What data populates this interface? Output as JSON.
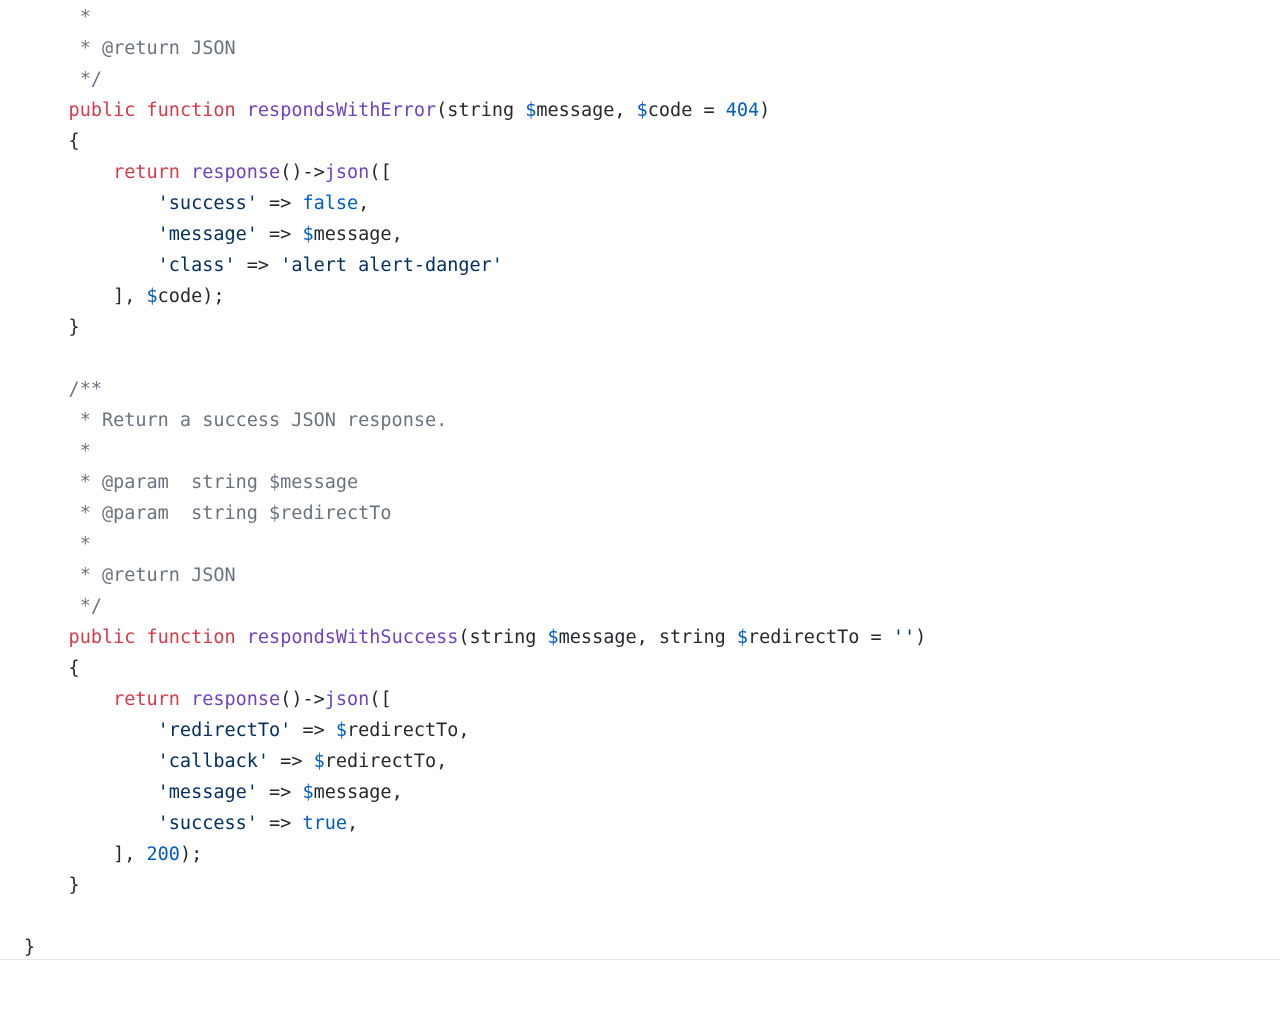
{
  "colors": {
    "comment": "#6a737d",
    "keyword": "#d73a49",
    "entity": "#6f42c1",
    "string": "#032f62",
    "constant": "#005cc5",
    "plain": "#24292e",
    "divider": "#e1e4e8"
  },
  "code": {
    "language": "php",
    "lines": [
      [
        {
          "t": "comment",
          "v": "     *"
        }
      ],
      [
        {
          "t": "comment",
          "v": "     * @return JSON"
        }
      ],
      [
        {
          "t": "comment",
          "v": "     */"
        }
      ],
      [
        {
          "t": "keyword",
          "v": "    public"
        },
        {
          "t": "plain",
          "v": " "
        },
        {
          "t": "keyword",
          "v": "function"
        },
        {
          "t": "plain",
          "v": " "
        },
        {
          "t": "entity",
          "v": "respondsWithError"
        },
        {
          "t": "plain",
          "v": "(string "
        },
        {
          "t": "var",
          "v": "$"
        },
        {
          "t": "plain",
          "v": "message, "
        },
        {
          "t": "var",
          "v": "$"
        },
        {
          "t": "plain",
          "v": "code = "
        },
        {
          "t": "constant",
          "v": "404"
        },
        {
          "t": "plain",
          "v": ")"
        }
      ],
      [
        {
          "t": "plain",
          "v": "    {"
        }
      ],
      [
        {
          "t": "keyword",
          "v": "        return"
        },
        {
          "t": "plain",
          "v": " "
        },
        {
          "t": "entity",
          "v": "response"
        },
        {
          "t": "plain",
          "v": "()->"
        },
        {
          "t": "entity",
          "v": "json"
        },
        {
          "t": "plain",
          "v": "(["
        }
      ],
      [
        {
          "t": "string",
          "v": "            'success'"
        },
        {
          "t": "plain",
          "v": " => "
        },
        {
          "t": "constant",
          "v": "false"
        },
        {
          "t": "plain",
          "v": ","
        }
      ],
      [
        {
          "t": "string",
          "v": "            'message'"
        },
        {
          "t": "plain",
          "v": " => "
        },
        {
          "t": "var",
          "v": "$"
        },
        {
          "t": "plain",
          "v": "message,"
        }
      ],
      [
        {
          "t": "string",
          "v": "            'class'"
        },
        {
          "t": "plain",
          "v": " => "
        },
        {
          "t": "string",
          "v": "'alert alert-danger'"
        }
      ],
      [
        {
          "t": "plain",
          "v": "        ], "
        },
        {
          "t": "var",
          "v": "$"
        },
        {
          "t": "plain",
          "v": "code);"
        }
      ],
      [
        {
          "t": "plain",
          "v": "    }"
        }
      ],
      [
        {
          "t": "plain",
          "v": ""
        }
      ],
      [
        {
          "t": "comment",
          "v": "    /**"
        }
      ],
      [
        {
          "t": "comment",
          "v": "     * Return a success JSON response."
        }
      ],
      [
        {
          "t": "comment",
          "v": "     *"
        }
      ],
      [
        {
          "t": "comment",
          "v": "     * @param  string $message"
        }
      ],
      [
        {
          "t": "comment",
          "v": "     * @param  string $redirectTo"
        }
      ],
      [
        {
          "t": "comment",
          "v": "     *"
        }
      ],
      [
        {
          "t": "comment",
          "v": "     * @return JSON"
        }
      ],
      [
        {
          "t": "comment",
          "v": "     */"
        }
      ],
      [
        {
          "t": "keyword",
          "v": "    public"
        },
        {
          "t": "plain",
          "v": " "
        },
        {
          "t": "keyword",
          "v": "function"
        },
        {
          "t": "plain",
          "v": " "
        },
        {
          "t": "entity",
          "v": "respondsWithSuccess"
        },
        {
          "t": "plain",
          "v": "(string "
        },
        {
          "t": "var",
          "v": "$"
        },
        {
          "t": "plain",
          "v": "message, string "
        },
        {
          "t": "var",
          "v": "$"
        },
        {
          "t": "plain",
          "v": "redirectTo = "
        },
        {
          "t": "string",
          "v": "''"
        },
        {
          "t": "plain",
          "v": ")"
        }
      ],
      [
        {
          "t": "plain",
          "v": "    {"
        }
      ],
      [
        {
          "t": "keyword",
          "v": "        return"
        },
        {
          "t": "plain",
          "v": " "
        },
        {
          "t": "entity",
          "v": "response"
        },
        {
          "t": "plain",
          "v": "()->"
        },
        {
          "t": "entity",
          "v": "json"
        },
        {
          "t": "plain",
          "v": "(["
        }
      ],
      [
        {
          "t": "string",
          "v": "            'redirectTo'"
        },
        {
          "t": "plain",
          "v": " => "
        },
        {
          "t": "var",
          "v": "$"
        },
        {
          "t": "plain",
          "v": "redirectTo,"
        }
      ],
      [
        {
          "t": "string",
          "v": "            'callback'"
        },
        {
          "t": "plain",
          "v": " => "
        },
        {
          "t": "var",
          "v": "$"
        },
        {
          "t": "plain",
          "v": "redirectTo,"
        }
      ],
      [
        {
          "t": "string",
          "v": "            'message'"
        },
        {
          "t": "plain",
          "v": " => "
        },
        {
          "t": "var",
          "v": "$"
        },
        {
          "t": "plain",
          "v": "message,"
        }
      ],
      [
        {
          "t": "string",
          "v": "            'success'"
        },
        {
          "t": "plain",
          "v": " => "
        },
        {
          "t": "constant",
          "v": "true"
        },
        {
          "t": "plain",
          "v": ","
        }
      ],
      [
        {
          "t": "plain",
          "v": "        ], "
        },
        {
          "t": "constant",
          "v": "200"
        },
        {
          "t": "plain",
          "v": ");"
        }
      ],
      [
        {
          "t": "plain",
          "v": "    }"
        }
      ],
      [
        {
          "t": "plain",
          "v": ""
        }
      ],
      [
        {
          "t": "plain",
          "v": "}"
        }
      ]
    ]
  }
}
